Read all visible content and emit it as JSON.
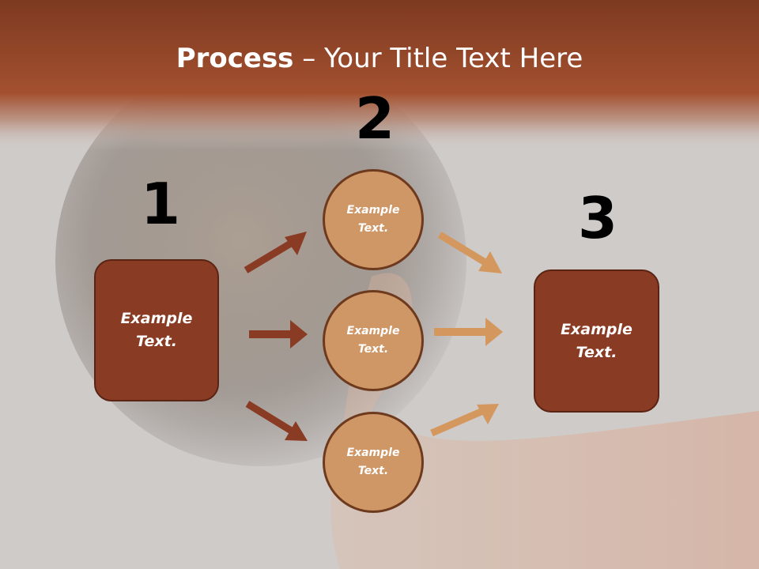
{
  "slide": {
    "title_bold": "Process",
    "title_rest": " – Your Title Text Here"
  },
  "steps": {
    "one": "1",
    "two": "2",
    "three": "3"
  },
  "nodes": {
    "left_box": "Example Text.",
    "circle_top": "Example Text.",
    "circle_middle": "Example Text.",
    "circle_bottom": "Example Text.",
    "right_box": "Example Text."
  },
  "colors": {
    "header": "#a3502f",
    "box_fill": "#8a3b24",
    "circle_fill": "#cf9666",
    "arrow_dark": "#8a3b24",
    "arrow_light": "#d4985f",
    "number": "#000000"
  }
}
